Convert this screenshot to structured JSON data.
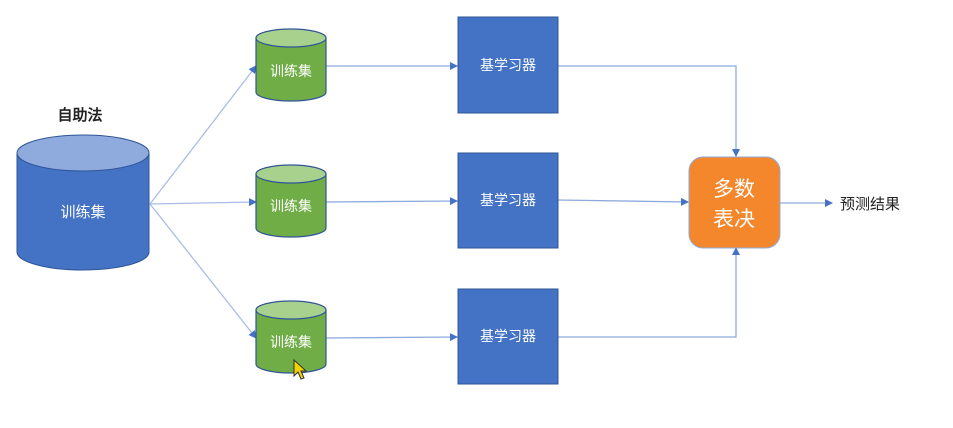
{
  "diagram": {
    "bootstrap_label": "自助法",
    "source": {
      "label": "训练集"
    },
    "subsets": [
      {
        "label": "训练集"
      },
      {
        "label": "训练集"
      },
      {
        "label": "训练集"
      }
    ],
    "learners": [
      {
        "label": "基学习器"
      },
      {
        "label": "基学习器"
      },
      {
        "label": "基学习器"
      }
    ],
    "vote": {
      "line1": "多数",
      "line2": "表决"
    },
    "result_label": "预测结果",
    "colors": {
      "source_cylinder": "#4472c4",
      "subset_cylinder": "#70ad47",
      "learner_box": "#4472c4",
      "vote_box": "#f4862b",
      "arrow": "#4472c4"
    }
  }
}
